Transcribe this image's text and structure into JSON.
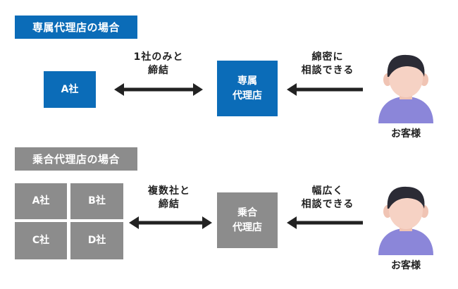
{
  "exclusive": {
    "header": "専属代理店の場合",
    "company": "A社",
    "relation_line1": "1社のみと",
    "relation_line2": "締結",
    "agency_line1": "専属",
    "agency_line2": "代理店",
    "customer_note_line1": "綿密に",
    "customer_note_line2": "相談できる",
    "customer_label": "お客様"
  },
  "multi": {
    "header": "乗合代理店の場合",
    "companies": [
      "A社",
      "B社",
      "C社",
      "D社"
    ],
    "relation_line1": "複数社と",
    "relation_line2": "締結",
    "agency_line1": "乗合",
    "agency_line2": "代理店",
    "customer_note_line1": "幅広く",
    "customer_note_line2": "相談できる",
    "customer_label": "お客様"
  },
  "colors": {
    "blue": "#0b6cb8",
    "gray": "#8c8c8c",
    "arrow": "#222222",
    "customer_shirt": "#8b86d9",
    "customer_skin": "#f6d2c4",
    "customer_hair": "#2b2b35"
  }
}
